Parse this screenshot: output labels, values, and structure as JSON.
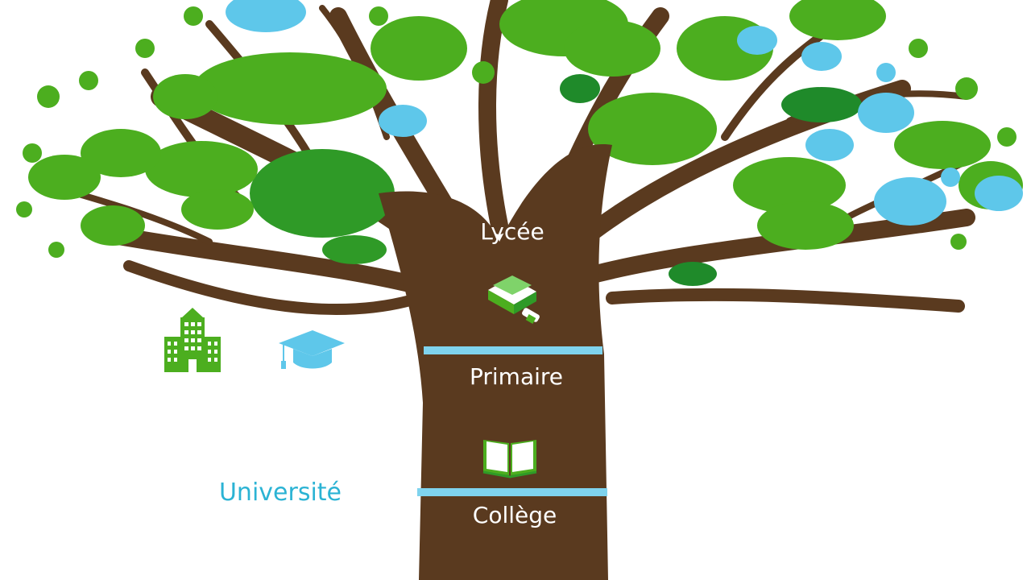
{
  "labels": {
    "lycee": "Lycée",
    "primaire": "Primaire",
    "college": "Collège",
    "universite": "Université"
  },
  "icons": {
    "books": "books-icon",
    "open_book": "open-book-icon",
    "school_building": "school-building-icon",
    "graduation_cap": "graduation-cap-icon"
  },
  "colors": {
    "trunk": "#5a3a1f",
    "leaf_green": "#4cae1f",
    "leaf_dark": "#1f8a2a",
    "leaf_blue": "#5ec7ea",
    "band": "#7fd3ee",
    "universite_text": "#2bb3d4"
  }
}
